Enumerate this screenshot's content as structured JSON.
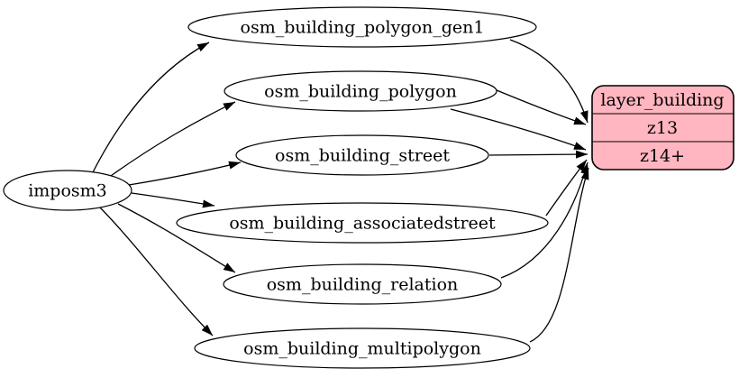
{
  "diagram": {
    "source": {
      "label": "imposm3"
    },
    "tables": [
      {
        "label": "osm_building_polygon_gen1"
      },
      {
        "label": "osm_building_polygon"
      },
      {
        "label": "osm_building_street"
      },
      {
        "label": "osm_building_associatedstreet"
      },
      {
        "label": "osm_building_relation"
      },
      {
        "label": "osm_building_multipolygon"
      }
    ],
    "layer": {
      "title": "layer_building",
      "rows": [
        {
          "label": "z13"
        },
        {
          "label": "z14+"
        }
      ]
    },
    "colors": {
      "background": "#ffffff",
      "stroke": "#000000",
      "table_fill": "#ffffff",
      "layer_fill": "#ffb6c1"
    }
  }
}
